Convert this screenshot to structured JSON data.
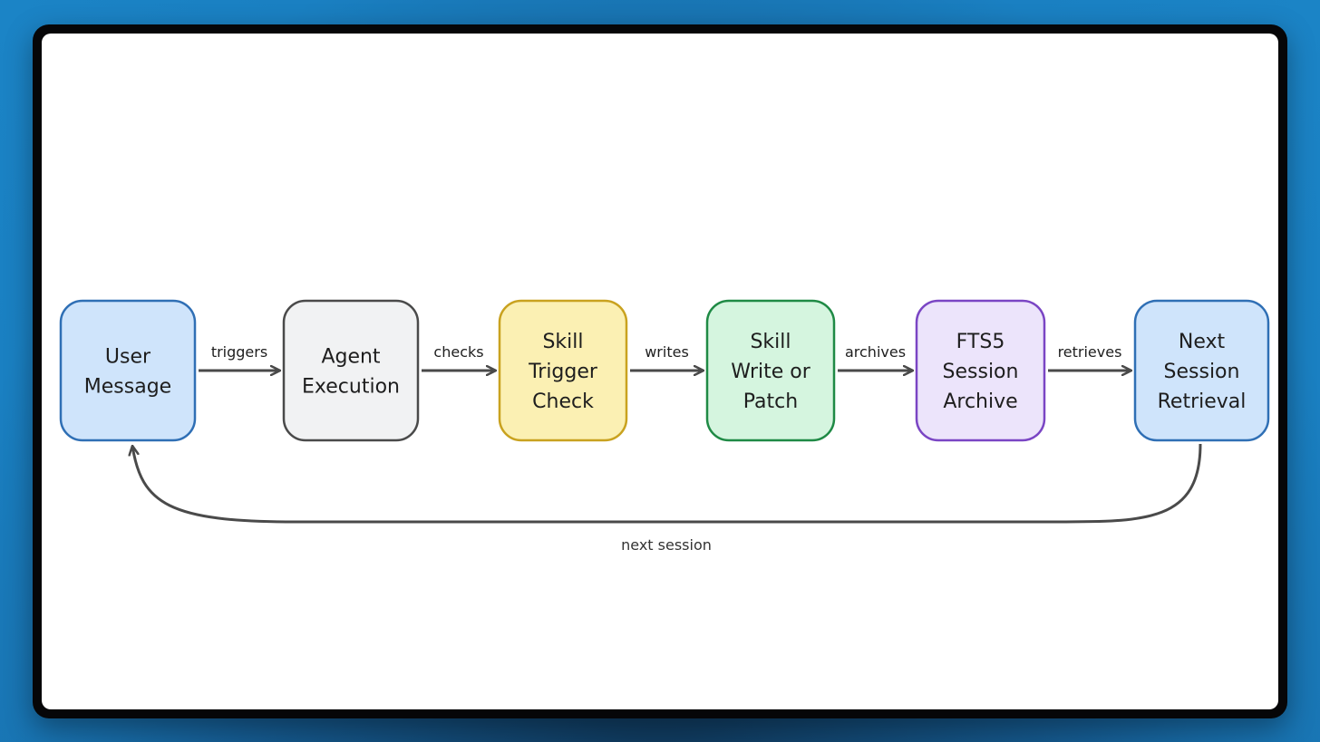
{
  "diagram": {
    "nodes": [
      {
        "id": "user-message",
        "lines": [
          "User",
          "Message"
        ],
        "fill": "#cfe4fb",
        "stroke": "#2f6fb5"
      },
      {
        "id": "agent-execution",
        "lines": [
          "Agent",
          "Execution"
        ],
        "fill": "#f1f2f3",
        "stroke": "#4a4a4a"
      },
      {
        "id": "skill-trigger-check",
        "lines": [
          "Skill",
          "Trigger",
          "Check"
        ],
        "fill": "#fbf0b3",
        "stroke": "#c9a21f"
      },
      {
        "id": "skill-write-or-patch",
        "lines": [
          "Skill",
          "Write or",
          "Patch"
        ],
        "fill": "#d5f5df",
        "stroke": "#1f8a45"
      },
      {
        "id": "fts5-session-archive",
        "lines": [
          "FTS5",
          "Session",
          "Archive"
        ],
        "fill": "#ece4fb",
        "stroke": "#7a45c4"
      },
      {
        "id": "next-session-retrieval",
        "lines": [
          "Next",
          "Session",
          "Retrieval"
        ],
        "fill": "#cfe4fb",
        "stroke": "#2f6fb5"
      }
    ],
    "edges": [
      {
        "from": "user-message",
        "to": "agent-execution",
        "label": "triggers"
      },
      {
        "from": "agent-execution",
        "to": "skill-trigger-check",
        "label": "checks"
      },
      {
        "from": "skill-trigger-check",
        "to": "skill-write-or-patch",
        "label": "writes"
      },
      {
        "from": "skill-write-or-patch",
        "to": "fts5-session-archive",
        "label": "archives"
      },
      {
        "from": "fts5-session-archive",
        "to": "next-session-retrieval",
        "label": "retrieves"
      }
    ],
    "loop_edge": {
      "from": "next-session-retrieval",
      "to": "user-message",
      "label": "next session"
    },
    "edge_color": "#4a4a4a"
  }
}
